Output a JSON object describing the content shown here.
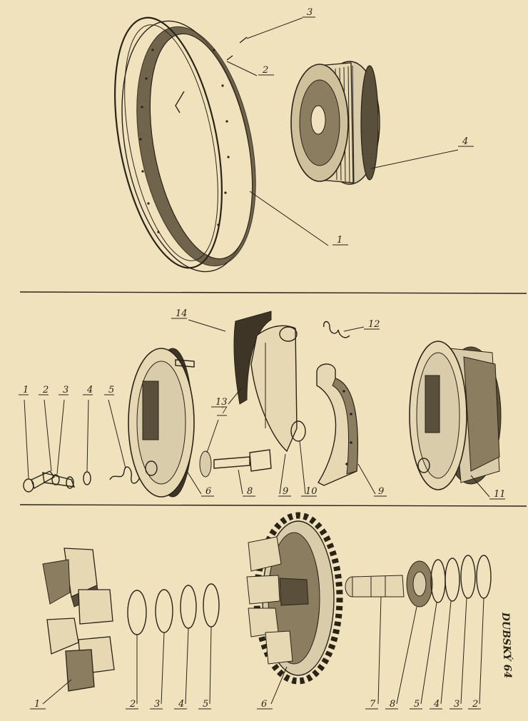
{
  "colors": {
    "paper": "#efe2bd",
    "ink": "#2a2418",
    "shade": "#6b5f48",
    "light": "#d9ccaa"
  },
  "signature": "DUBSKÝ 64",
  "sections": [
    {
      "name": "wheel-rim-and-hub",
      "callouts": [
        {
          "id": "top-1",
          "label": "1"
        },
        {
          "id": "top-2",
          "label": "2"
        },
        {
          "id": "top-3",
          "label": "3"
        },
        {
          "id": "top-4",
          "label": "4"
        }
      ]
    },
    {
      "name": "brake-assembly",
      "callouts": [
        {
          "id": "mid-1",
          "label": "1"
        },
        {
          "id": "mid-2",
          "label": "2"
        },
        {
          "id": "mid-3",
          "label": "3"
        },
        {
          "id": "mid-4",
          "label": "4"
        },
        {
          "id": "mid-5",
          "label": "5"
        },
        {
          "id": "mid-6",
          "label": "6"
        },
        {
          "id": "mid-7",
          "label": "7"
        },
        {
          "id": "mid-8",
          "label": "8"
        },
        {
          "id": "mid-9a",
          "label": "9"
        },
        {
          "id": "mid-9b",
          "label": "9"
        },
        {
          "id": "mid-10",
          "label": "10"
        },
        {
          "id": "mid-11",
          "label": "11"
        },
        {
          "id": "mid-12",
          "label": "12"
        },
        {
          "id": "mid-13",
          "label": "13"
        },
        {
          "id": "mid-14",
          "label": "14"
        }
      ]
    },
    {
      "name": "sprocket-and-cush-drive",
      "callouts": [
        {
          "id": "bot-1",
          "label": "1"
        },
        {
          "id": "bot-2a",
          "label": "2"
        },
        {
          "id": "bot-3a",
          "label": "3"
        },
        {
          "id": "bot-4a",
          "label": "4"
        },
        {
          "id": "bot-5a",
          "label": "5"
        },
        {
          "id": "bot-6",
          "label": "6"
        },
        {
          "id": "bot-7",
          "label": "7"
        },
        {
          "id": "bot-8",
          "label": "8"
        },
        {
          "id": "bot-5b",
          "label": "5"
        },
        {
          "id": "bot-4b",
          "label": "4"
        },
        {
          "id": "bot-3b",
          "label": "3"
        },
        {
          "id": "bot-2b",
          "label": "2"
        }
      ]
    }
  ]
}
